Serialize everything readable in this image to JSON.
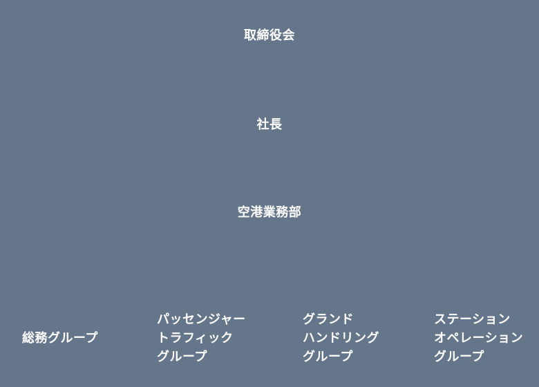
{
  "colors": {
    "background": "#65758a",
    "text": "#ffffff"
  },
  "org_chart": {
    "board": {
      "label": "取締役会"
    },
    "president": {
      "label": "社長"
    },
    "department": {
      "label": "空港業務部"
    },
    "groups": [
      {
        "lines": [
          "総務グループ"
        ]
      },
      {
        "lines": [
          "パッセンジャー",
          "トラフィック",
          "グループ"
        ]
      },
      {
        "lines": [
          "グランド",
          "ハンドリング",
          "グループ"
        ]
      },
      {
        "lines": [
          "ステーション",
          "オペレーション",
          "グループ"
        ]
      }
    ]
  }
}
